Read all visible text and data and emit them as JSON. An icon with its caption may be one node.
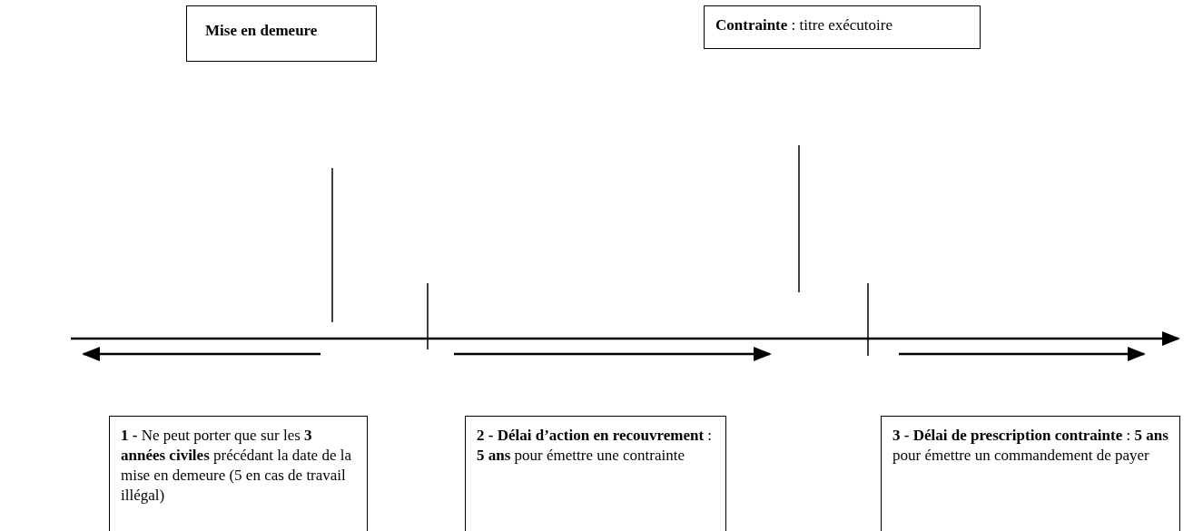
{
  "diagram": {
    "nodes": [
      {
        "text": [
          "Mise en demeure"
        ]
      },
      {
        "text": [
          "**Contrainte** : titre exécutoire"
        ]
      },
      {
        "text": [
          "**1 -** Ne peut porter que sur les **3 années civiles** précédant la date de la mise en demeure (5 en cas de travail illégal)"
        ]
      },
      {
        "text": [
          "**2 - Délai d’action en recouvrement** : **5 ans** pour émettre une contrainte"
        ]
      },
      {
        "text": [
          "**3 - Délai de prescription contrainte** :  **5 ans** pour émettre un commandement de payer"
        ]
      }
    ],
    "edges": []
  }
}
